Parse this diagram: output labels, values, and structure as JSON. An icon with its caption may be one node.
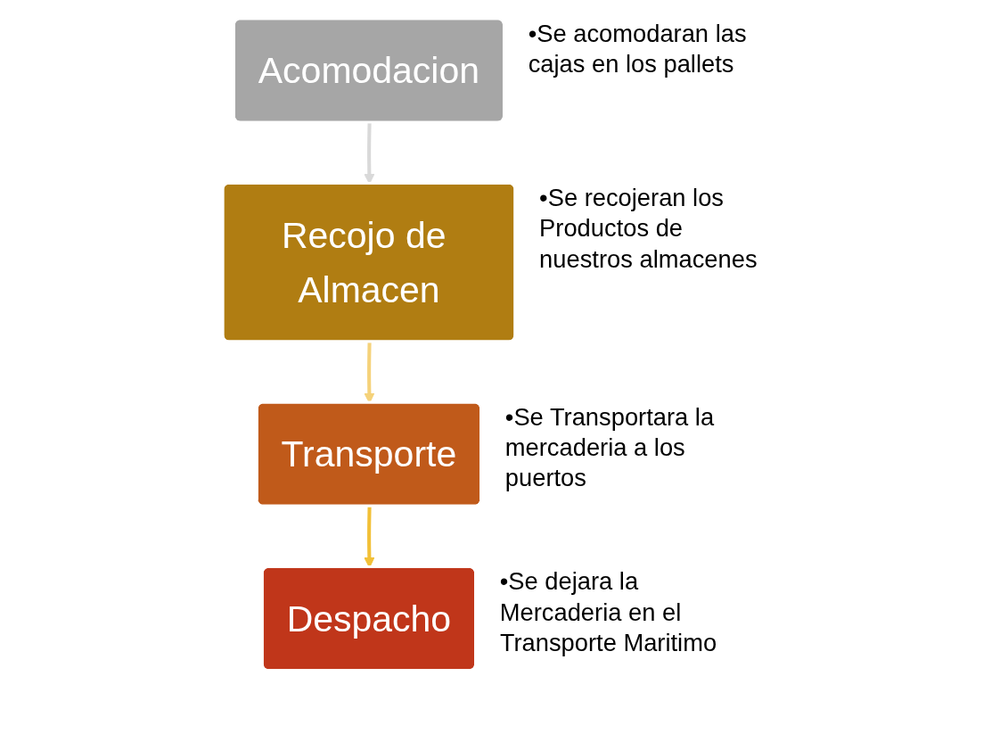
{
  "diagram": {
    "nodes": [
      {
        "text": [
          "Acomodacion"
        ],
        "beside": [
          "•Se acomodaran las cajas en los pallets"
        ]
      },
      {
        "text": [
          "Recojo de Almacen"
        ],
        "beside": [
          "•Se recojeran los Productos de nuestros almacenes"
        ]
      },
      {
        "text": [
          "Transporte"
        ],
        "beside": [
          "•Se Transportara la mercaderia a los puertos"
        ]
      },
      {
        "text": [
          "Despacho"
        ],
        "beside": [
          "•Se dejara la Mercaderia en el Transporte Maritimo"
        ]
      }
    ],
    "edges": [
      {
        "from": 0,
        "to": 1,
        "arrow": "to",
        "color": "#d9d9d9"
      },
      {
        "from": 1,
        "to": 2,
        "arrow": "to",
        "color": "#f5d27a"
      },
      {
        "from": 2,
        "to": 3,
        "arrow": "to",
        "color": "#f2c037"
      }
    ]
  }
}
